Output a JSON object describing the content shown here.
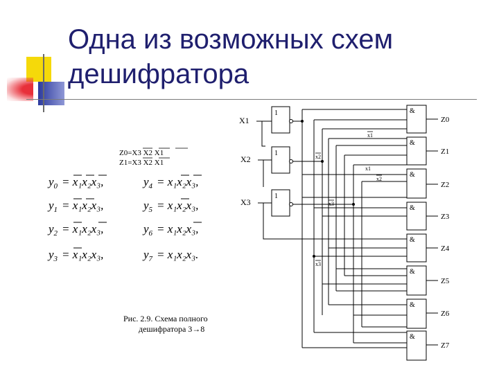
{
  "slide": {
    "title": "Одна из возможных схем\nдешифратора"
  },
  "diagram": {
    "inputs": [
      "X1",
      "X2",
      "X3"
    ],
    "inverter_label": "1",
    "and_label": "&",
    "outputs": [
      "Z0",
      "Z1",
      "Z2",
      "Z3",
      "Z4",
      "Z5",
      "Z6",
      "Z7"
    ],
    "wire_labels": {
      "x2_bar_a": "x2",
      "x3_bar_a": "x3",
      "x1_bar": "x1",
      "x1_bar_b": "x1",
      "x2_bar_b": "x2",
      "x3_bar_b": "x3"
    },
    "small_eqs": [
      "Z0=X3 X2 X1",
      "Z1=X3 X2 X1"
    ],
    "caption_line1": "Рис. 2.9. Схема полного",
    "caption_line2": "дешифратора 3→8"
  },
  "equations": [
    {
      "lhs": "y",
      "sub": "0",
      "rhs": "x₁x₂x₃,",
      "bars": [
        true,
        true,
        true
      ]
    },
    {
      "lhs": "y",
      "sub": "1",
      "rhs": "x₁x₂x₃,",
      "bars": [
        true,
        true,
        false
      ]
    },
    {
      "lhs": "y",
      "sub": "2",
      "rhs": "x₁x₂x₃,",
      "bars": [
        true,
        false,
        true
      ]
    },
    {
      "lhs": "y",
      "sub": "3",
      "rhs": "x₁x₂x₃,",
      "bars": [
        true,
        false,
        false
      ]
    },
    {
      "lhs": "y",
      "sub": "4",
      "rhs": "x₁x₂x₃,",
      "bars": [
        false,
        true,
        true
      ]
    },
    {
      "lhs": "y",
      "sub": "5",
      "rhs": "x₁x₂x₃,",
      "bars": [
        false,
        true,
        false
      ]
    },
    {
      "lhs": "y",
      "sub": "6",
      "rhs": "x₁x₂x₃,",
      "bars": [
        false,
        false,
        true
      ]
    },
    {
      "lhs": "y",
      "sub": "7",
      "rhs": "x₁x₂x₃.",
      "bars": [
        false,
        false,
        false
      ]
    }
  ],
  "colors": {
    "title": "#1f1f6e",
    "accent_yellow": "#f5d90a",
    "accent_red": "#e8303a",
    "accent_blue": "#2c3a9e"
  }
}
